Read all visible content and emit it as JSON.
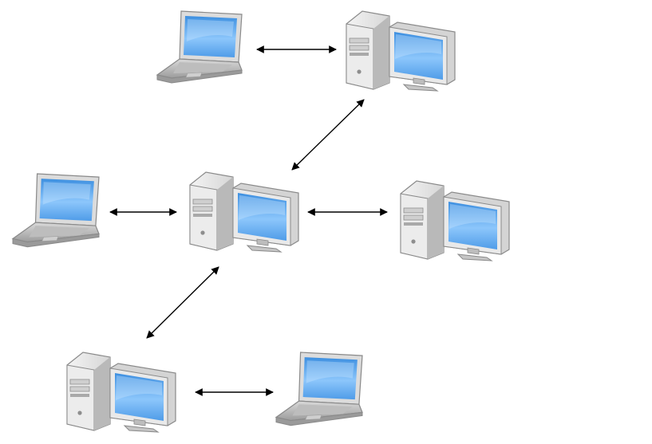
{
  "diagram": {
    "type": "network-topology",
    "colors": {
      "background": "#ffffff",
      "screen": "#5aa4ea",
      "screen_highlight": "#cfe8ff",
      "case": "#e8e8e8",
      "case_shadow": "#b9b9b9",
      "outline": "#8a8a8a",
      "arrow": "#000000"
    },
    "nodes": [
      {
        "id": "laptop-top",
        "kind": "laptop",
        "icon": "laptop-icon"
      },
      {
        "id": "desktop-top",
        "kind": "desktop",
        "icon": "desktop-computer-icon"
      },
      {
        "id": "laptop-left",
        "kind": "laptop",
        "icon": "laptop-icon"
      },
      {
        "id": "desktop-center",
        "kind": "desktop",
        "icon": "desktop-computer-icon"
      },
      {
        "id": "desktop-right",
        "kind": "desktop",
        "icon": "desktop-computer-icon"
      },
      {
        "id": "desktop-bottom",
        "kind": "desktop",
        "icon": "desktop-computer-icon"
      },
      {
        "id": "laptop-bottom",
        "kind": "laptop",
        "icon": "laptop-icon"
      }
    ],
    "connections": [
      {
        "from": "laptop-top",
        "to": "desktop-top",
        "direction": "bidirectional"
      },
      {
        "from": "desktop-top",
        "to": "desktop-center",
        "direction": "bidirectional"
      },
      {
        "from": "laptop-left",
        "to": "desktop-center",
        "direction": "bidirectional"
      },
      {
        "from": "desktop-center",
        "to": "desktop-right",
        "direction": "bidirectional"
      },
      {
        "from": "desktop-center",
        "to": "desktop-bottom",
        "direction": "bidirectional"
      },
      {
        "from": "desktop-bottom",
        "to": "laptop-bottom",
        "direction": "bidirectional"
      }
    ]
  }
}
